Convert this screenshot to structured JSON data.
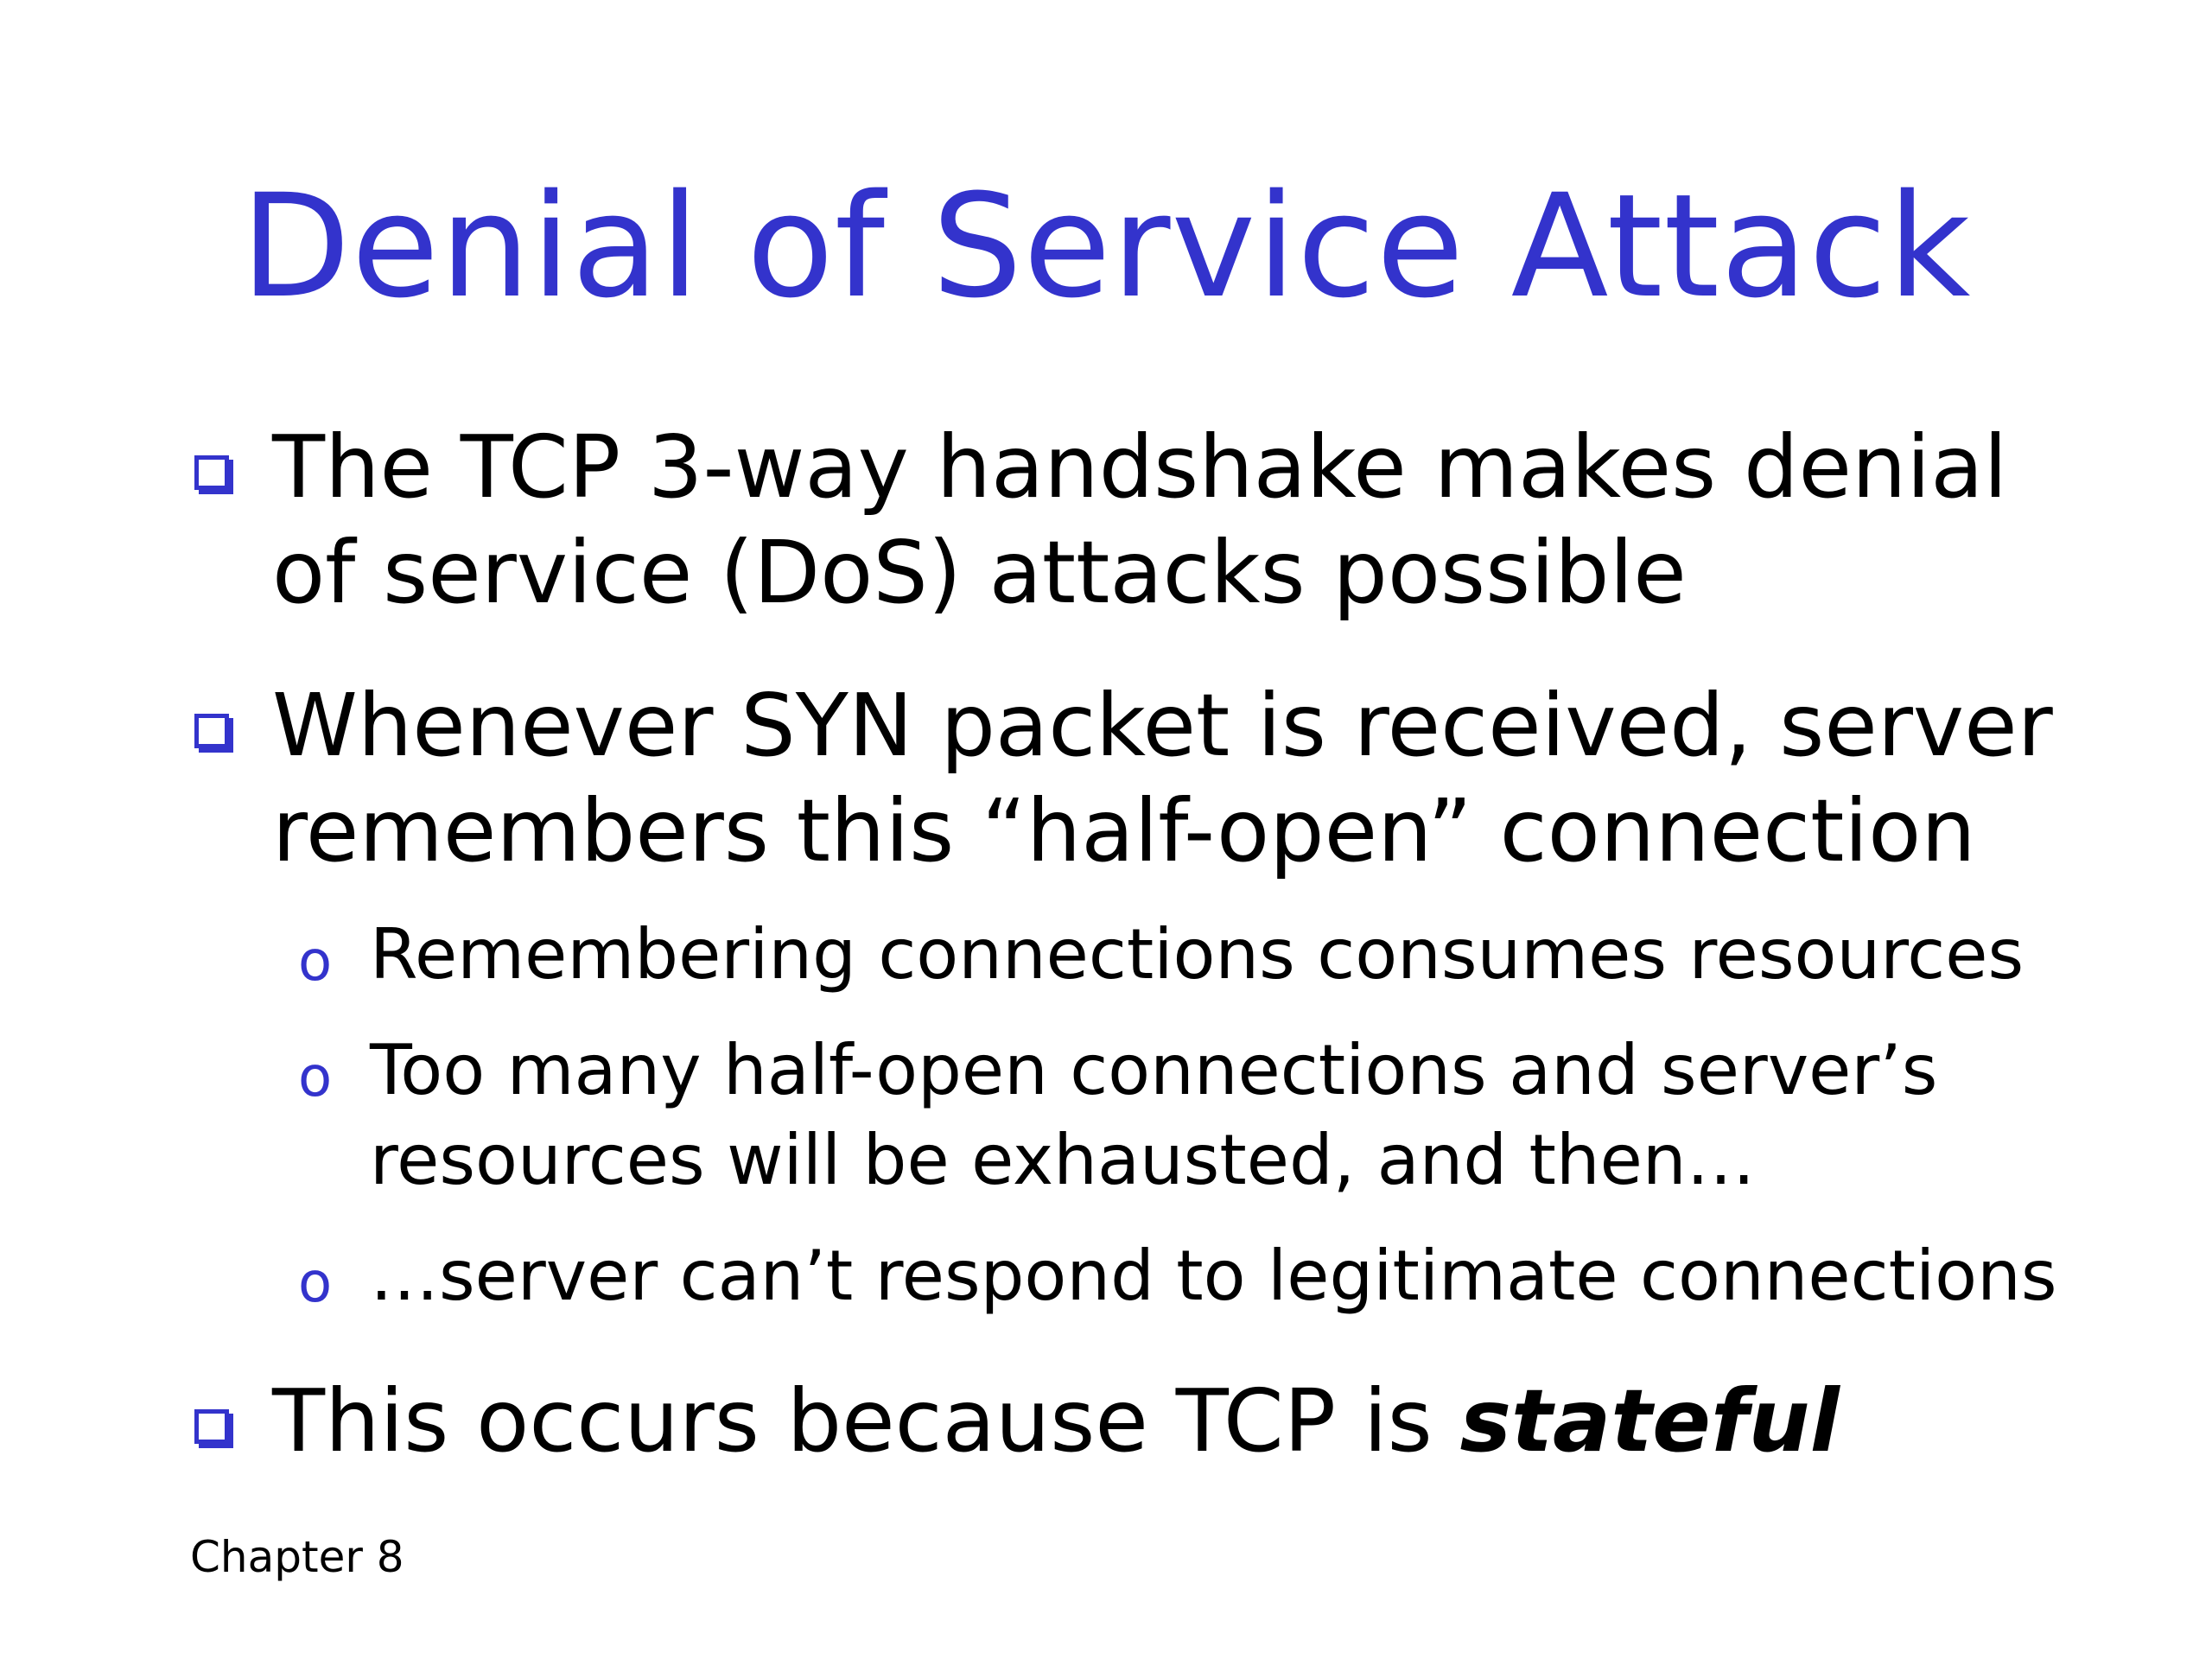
{
  "slide": {
    "title": "Denial of Service Attack",
    "bullets": [
      {
        "text": "The TCP 3-way handshake makes denial of service (DoS) attacks possible"
      },
      {
        "text": "Whenever SYN packet is received, server remembers this “half-open” connection"
      },
      {
        "text": "Remembering connections consumes resources"
      },
      {
        "text": "Too many half-open connections and server’s resources will be exhausted, and then…"
      },
      {
        "text": "…server can’t respond to legitimate connections"
      },
      {
        "text": "This occurs because TCP is ",
        "emphasis": "stateful"
      }
    ],
    "footer": "Chapter 8",
    "colors": {
      "accent": "#3333cc",
      "text": "#000000",
      "background": "#ffffff"
    },
    "icons": {
      "level1_marker": "hollow-square-bullet-icon",
      "level2_marker": "circle-o-bullet-icon"
    }
  }
}
